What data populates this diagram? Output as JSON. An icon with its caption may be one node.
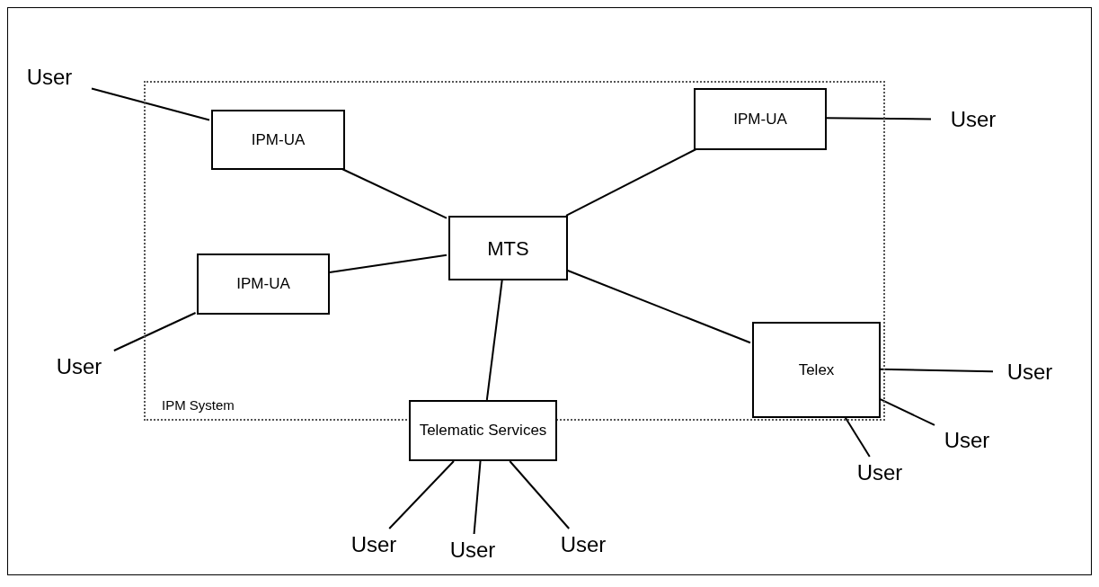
{
  "diagram": {
    "nodes": [
      {
        "text": [
          "IPM System"
        ]
      },
      {
        "text": [
          "IPM-UA"
        ],
        "in": 0
      },
      {
        "text": [
          "User"
        ]
      },
      {
        "text": [
          "MTS"
        ],
        "in": 0
      },
      {
        "text": [
          "IPM-UA"
        ],
        "in": 0
      },
      {
        "text": [
          "User"
        ]
      },
      {
        "text": [
          "IPM-UA"
        ],
        "in": 0
      },
      {
        "text": [
          "User"
        ]
      },
      {
        "text": [
          "Telex"
        ],
        "in": 0
      },
      {
        "text": [
          "Telematic Services"
        ]
      },
      {
        "text": [
          "User"
        ]
      },
      {
        "text": [
          "User"
        ]
      },
      {
        "text": [
          "User"
        ]
      },
      {
        "text": [
          "User"
        ]
      },
      {
        "text": [
          "User"
        ]
      },
      {
        "text": [
          "User"
        ]
      }
    ],
    "edges": [
      {
        "from": 2,
        "to": 1,
        "arrow": "none"
      },
      {
        "from": 1,
        "to": 3,
        "arrow": "none"
      },
      {
        "from": 4,
        "to": 3,
        "arrow": "none"
      },
      {
        "from": 4,
        "to": 5,
        "arrow": "none"
      },
      {
        "from": 6,
        "to": 3,
        "arrow": "none"
      },
      {
        "from": 7,
        "to": 6,
        "arrow": "none"
      },
      {
        "from": 3,
        "to": 8,
        "arrow": "none"
      },
      {
        "from": 3,
        "to": 9,
        "arrow": "none"
      },
      {
        "from": 9,
        "to": 10,
        "arrow": "none"
      },
      {
        "from": 9,
        "to": 11,
        "arrow": "none"
      },
      {
        "from": 9,
        "to": 12,
        "arrow": "none"
      },
      {
        "from": 8,
        "to": 13,
        "arrow": "none"
      },
      {
        "from": 8,
        "to": 14,
        "arrow": "none"
      },
      {
        "from": 8,
        "to": 15,
        "arrow": "none"
      }
    ]
  }
}
